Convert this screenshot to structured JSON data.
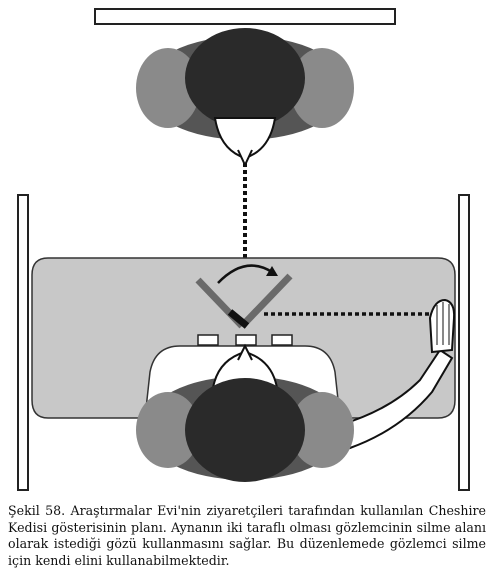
{
  "caption": {
    "label": "Şekil 58.",
    "text": " Araştırmalar Evi'nin ziyaretçileri tarafından kullanılan Cheshire Kedisi gösterisinin planı. Aynanın iki taraflı olması gözlemcinin silme alanı olarak istediği gözü kullanmasını sağlar. Bu düzenlemede gözlemci silme için kendi elini kullanabilmektedir."
  },
  "figure": {
    "elements": [
      "top-mirror-panel",
      "observer-head",
      "dotted-sight-line",
      "side-mirror-left",
      "side-mirror-right",
      "table",
      "double-sided-mirror",
      "rotation-arrow-icon",
      "hand-sight-line",
      "waving-hand",
      "eye-slots",
      "subject-head"
    ]
  }
}
